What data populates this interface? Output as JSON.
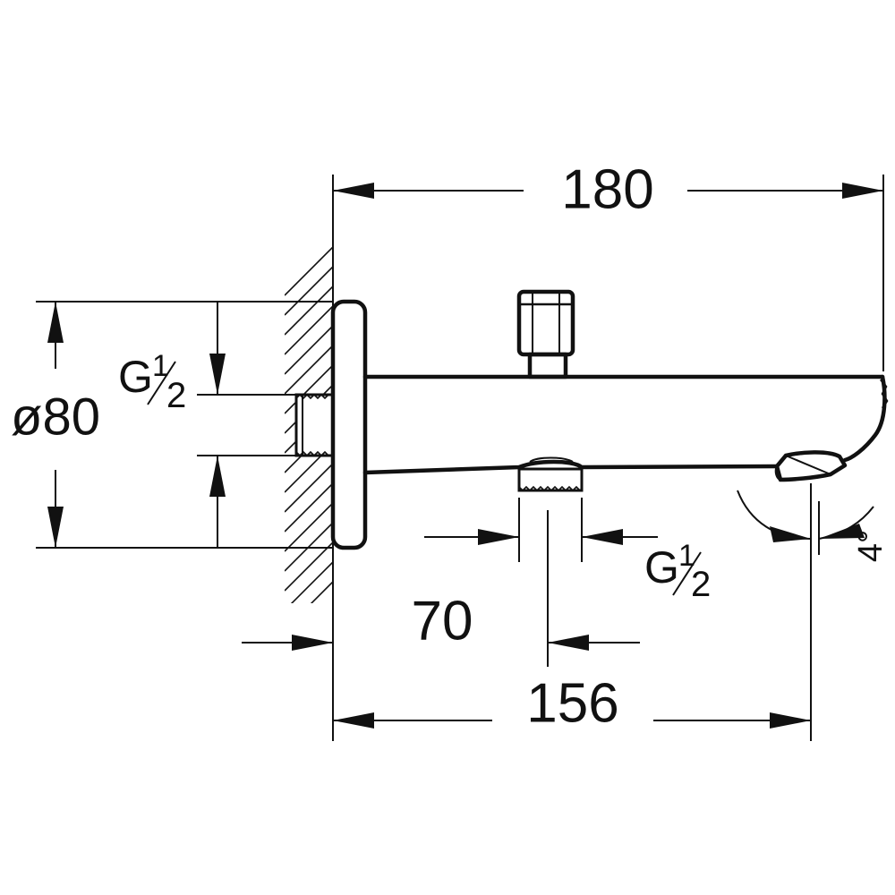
{
  "dimensions": {
    "overall_length": "180",
    "spout_reach": "156",
    "wall_to_outlet": "70",
    "flange_diameter": "ø80",
    "tilt_angle": "4°"
  },
  "threads": {
    "inlet": {
      "g": "G",
      "num": "1",
      "den": "2"
    },
    "outlet": {
      "g": "G",
      "num": "1",
      "den": "2"
    }
  },
  "colors": {
    "line": "#111111",
    "background": "#ffffff"
  }
}
